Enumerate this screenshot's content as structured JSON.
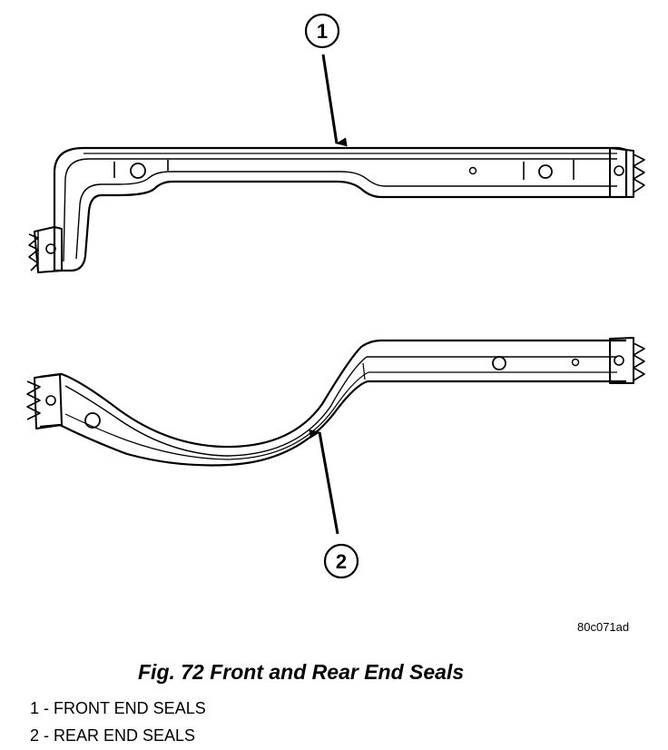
{
  "callouts": [
    {
      "number": "1"
    },
    {
      "number": "2"
    }
  ],
  "figure_id": "80c071ad",
  "caption": "Fig. 72 Front and Rear End Seals",
  "legend": [
    {
      "text": "1 - FRONT END SEALS"
    },
    {
      "text": "2 - REAR END SEALS"
    }
  ],
  "colors": {
    "line": "#000000",
    "background": "#ffffff"
  }
}
